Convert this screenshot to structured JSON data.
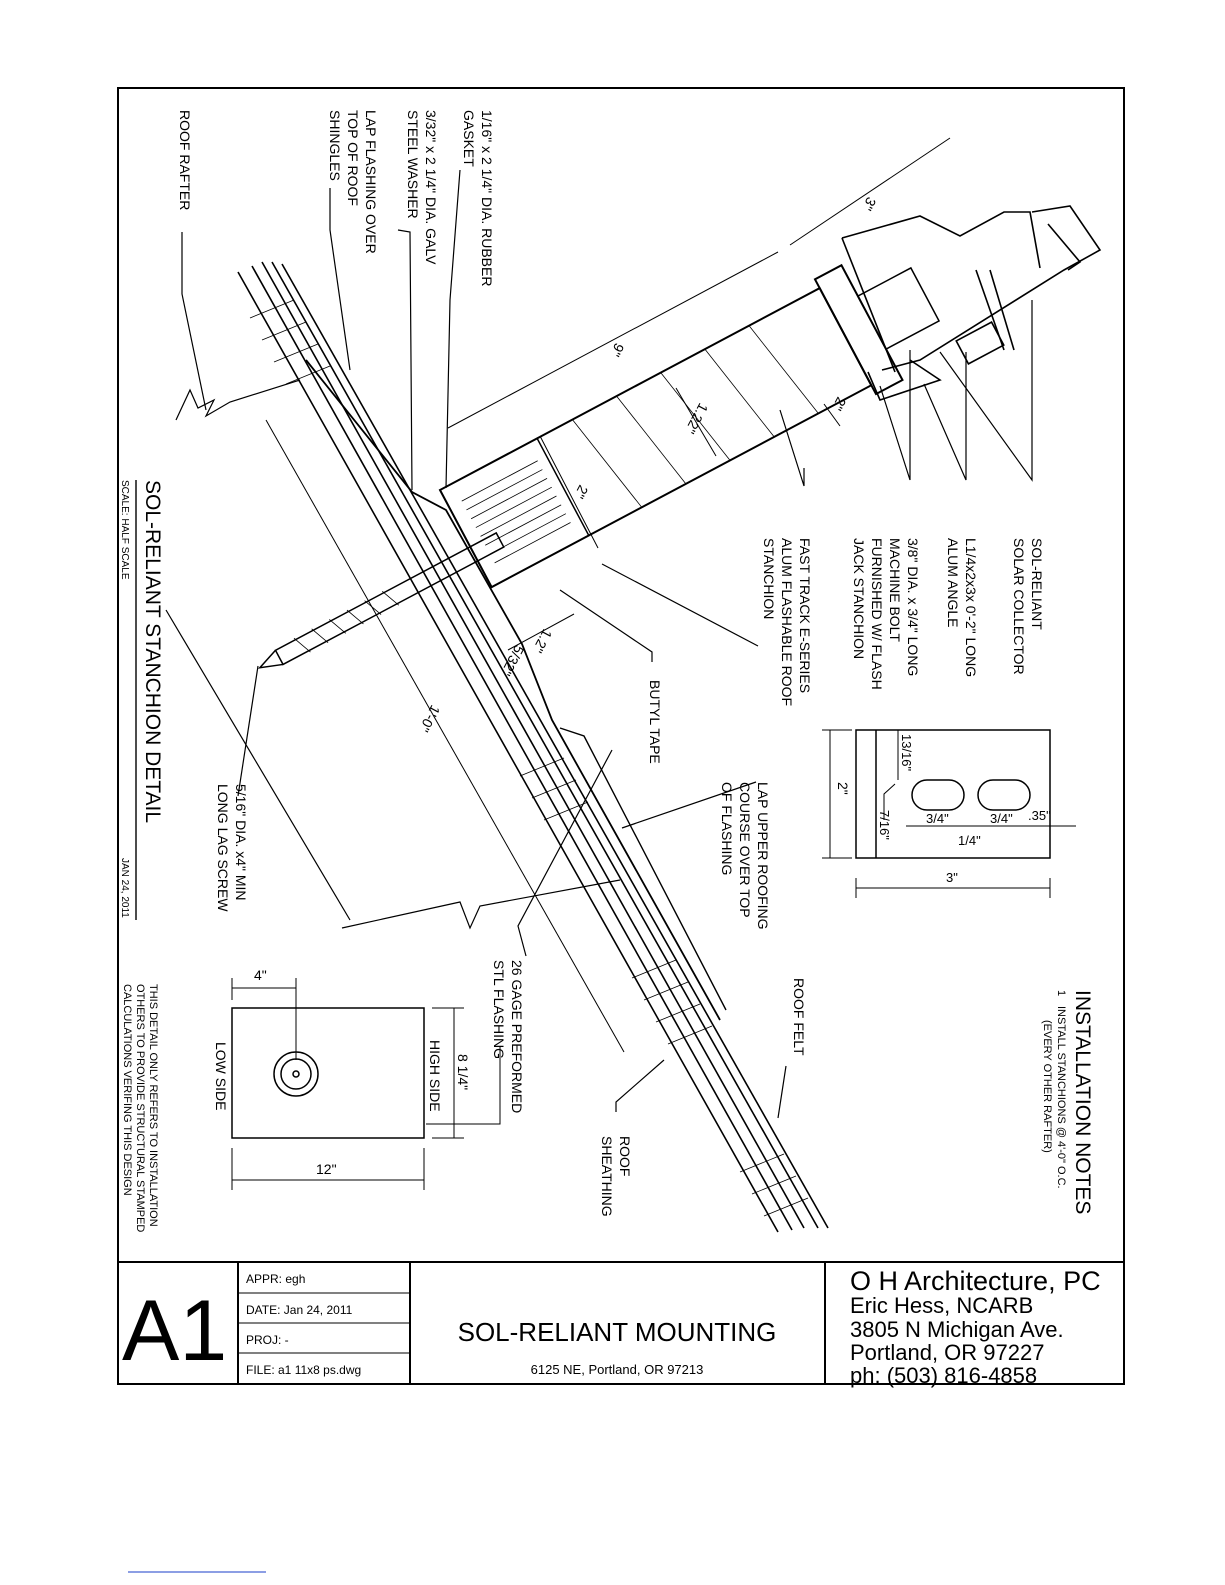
{
  "title_block": {
    "sheet_number": "A1",
    "appr": "APPR: egh",
    "date": "DATE:  Jan 24, 2011",
    "proj": "PROJ:  -",
    "file": "FILE:    a1 11x8 ps.dwg",
    "drawing_title": "SOL-RELIANT MOUNTING",
    "drawing_address": "6125 NE, Portland, OR 97213",
    "firm_name": "O H Architecture, PC",
    "architect": "Eric Hess, NCARB",
    "firm_street": "3805 N Michigan Ave.",
    "firm_city": "Portland, OR 97227",
    "firm_phone": "ph: (503) 816-4858"
  },
  "detail": {
    "title": "SOL-RELIANT STANCHION DETAIL",
    "scale": "SCALE: HALF SCALE",
    "date": "JAN 24, 2011"
  },
  "labels": {
    "roof_rafter": "ROOF RAFTER",
    "lap_flashing": [
      "LAP FLASHING OVER",
      "TOP OF ROOF",
      "SHINGLES"
    ],
    "steel_washer": [
      "3/32\" x 2 1/4\" DIA. GALV",
      "STEEL WASHER"
    ],
    "gasket": [
      "1/16\" x 2 1/4\" DIA. RUBBER",
      "GASKET"
    ],
    "solar_collector": [
      "SOL-RELIANT",
      "SOLAR COLLECTOR"
    ],
    "alum_angle": [
      "L1/4x2x3x 0'-2\" LONG",
      "ALUM ANGLE"
    ],
    "machine_bolt": [
      "3/8\" DIA. x 3/4\" LONG",
      "MACHINE BOLT",
      "FURNISHED W/ FLASH",
      "JACK STANCHION"
    ],
    "stanchion": [
      "FAST TRACK E-SERIES",
      "ALUM FLASHABLE ROOF",
      "STANCHION"
    ],
    "butyl_tape": "BUTYL TAPE",
    "lag_screw": [
      "5/16\" DIA. x4\" MIN",
      "LONG LAG SCREW"
    ],
    "lap_upper": [
      "LAP UPPER ROOFING",
      "COURSE OVER TOP",
      "OF FLASHING"
    ],
    "flashing": [
      "26 GAGE PREFORMED",
      "STL FLASHING"
    ],
    "roof_felt": "ROOF FELT",
    "roof_sheathing": [
      "ROOF",
      "SHEATHING"
    ],
    "high_side": "HIGH SIDE",
    "low_side": "LOW SIDE"
  },
  "dimensions": {
    "d_3": "3\"",
    "d_9": "9\"",
    "d_122": "1.22\"",
    "d_2_top": "2\"",
    "d_2_stanchion": "2\"",
    "d_12": "1.2\"",
    "d_532": "5/32\"",
    "d_1ft": "1'-0\"",
    "angle_2": "2\"",
    "angle_1316": "13/16\"",
    "angle_716": "7/16\"",
    "angle_34a": "3/4\"",
    "angle_34b": "3/4\"",
    "angle_35": ".35\"",
    "angle_14": "1/4\"",
    "angle_3": "3\"",
    "plate_4": "4\"",
    "plate_814": "8 1/4\"",
    "plate_12": "12\""
  },
  "installation_notes": {
    "heading": "INSTALLATION NOTES",
    "number": "1",
    "line1": "INSTALL STANCHIONS @ 4'-0\" O.C.",
    "line2": "(EVERY OTHER RAFTER)"
  },
  "disclaimer": [
    "THIS DETAIL ONLY REFERS TO INSTALLATION",
    "OTHERS TO PROVIDE STRUCTURAL STAMPED",
    "CALCULATIONS VERIFING THIS DESIGN"
  ]
}
